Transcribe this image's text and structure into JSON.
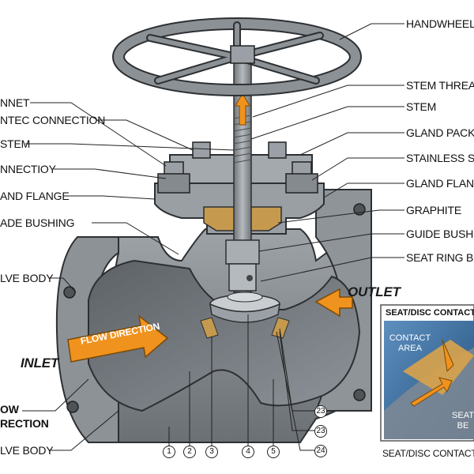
{
  "labels_right": {
    "handwheel": "HANDWHEEL",
    "stem_thread": "STEM THREA",
    "stem": "STEM",
    "gland_packing": "GLAND PACK",
    "stainless_stem": "STAINLESS ST",
    "gland_flange": "GLAND FLANG",
    "graphite": "GRAPHITE",
    "guide_bushing": "GUIDE BUSHI",
    "seat_ring_bevel": "SEAT RING BEV"
  },
  "labels_left": {
    "bonnet": "NNET",
    "bonnet_connection": "NTEC CONNECTION",
    "stem": "STEM",
    "connection": "NNECTIOY",
    "gland_flange": "AND FLANGE",
    "guide_bushing": "ADE BUSHING",
    "valve_body": "LVE BODY",
    "flow_direction_1": "OW",
    "flow_direction_2": "RECTION",
    "valve_body_bottom": "LVE BODY"
  },
  "flow": {
    "inlet": "INLET",
    "outlet": "OUTLET",
    "arrow_text": "FLOW DIRECTION"
  },
  "callouts": [
    "1",
    "2",
    "3",
    "4",
    "5",
    "23",
    "23",
    "24"
  ],
  "inset": {
    "title": "SEAT/DISC CONTACT",
    "contact_area_1": "CONTACT",
    "contact_area_2": "AREA",
    "seat_1": "SEAT",
    "seat_2": "BE",
    "bottom_caption": "SEAT/DISC CONTACT"
  },
  "colors": {
    "metal": "#8c9196",
    "metal_dark": "#5f6468",
    "metal_light": "#c4c8cb",
    "interior": "#6e7378",
    "packing": "#c69a4e",
    "arrow": "#f0921e",
    "inset_blue": "#3a6ea0"
  }
}
